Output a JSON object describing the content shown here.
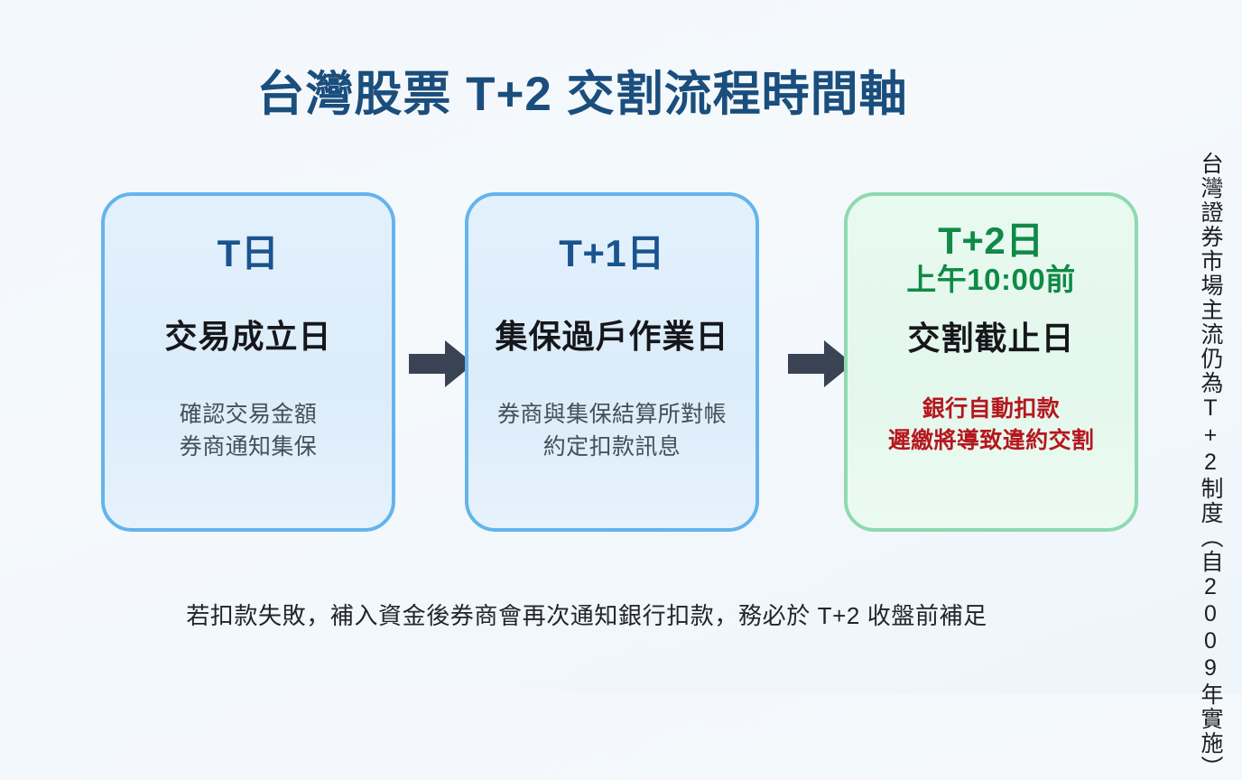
{
  "title": "台灣股票 T+2 交割流程時間軸",
  "colors": {
    "background": "#f3f8fd",
    "title_navy": "#1a4e7d",
    "card_blue_border": "#64b4ec",
    "card_blue_fill": "#e0eefb",
    "card_green_border": "#8ed9b0",
    "card_green_fill": "#e8f9ef",
    "day_navy": "#1a5490",
    "day_green": "#0f8a47",
    "warning_red": "#b5171e",
    "body_gray": "#444f5b",
    "arrow_slate": "#3a4354"
  },
  "steps": [
    {
      "day": "T日",
      "day_sub": "",
      "heading": "交易成立日",
      "desc_lines": [
        "確認交易金額",
        "券商通知集保"
      ],
      "warn_lines": [],
      "theme": "blue"
    },
    {
      "day": "T+1日",
      "day_sub": "",
      "heading": "集保過戶作業日",
      "desc_lines": [
        "券商與集保結算所對帳",
        "約定扣款訊息"
      ],
      "warn_lines": [],
      "theme": "blue"
    },
    {
      "day": "T+2日",
      "day_sub": "上午10:00前",
      "heading": "交割截止日",
      "desc_lines": [],
      "warn_lines": [
        "銀行自動扣款",
        "遲繳將導致違約交割"
      ],
      "theme": "green"
    }
  ],
  "arrows": [
    {
      "label": "step-1-to-step-2"
    },
    {
      "label": "step-2-to-step-3"
    }
  ],
  "side_note": "台灣證券市場主流仍為T+2制度（自2009年實施）",
  "footer_note": "若扣款失敗，補入資金後券商會再次通知銀行扣款，務必於 T+2 收盤前補足"
}
